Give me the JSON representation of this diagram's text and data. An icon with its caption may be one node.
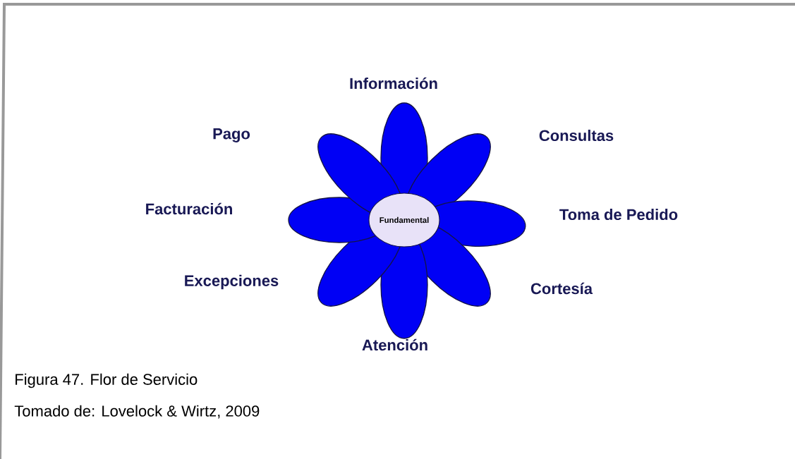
{
  "diagram": {
    "caption": "Figura 47. Flor de Servicio",
    "nodes": [
      {
        "text": [
          "Fundamental"
        ]
      }
    ],
    "labels": [
      "Información",
      "Pago",
      "Consultas",
      "Facturación",
      "Toma de Pedido",
      "Excepciones",
      "Cortesía",
      "Atención",
      "Tomado de: Lovelock & Wirtz, 2009"
    ]
  }
}
